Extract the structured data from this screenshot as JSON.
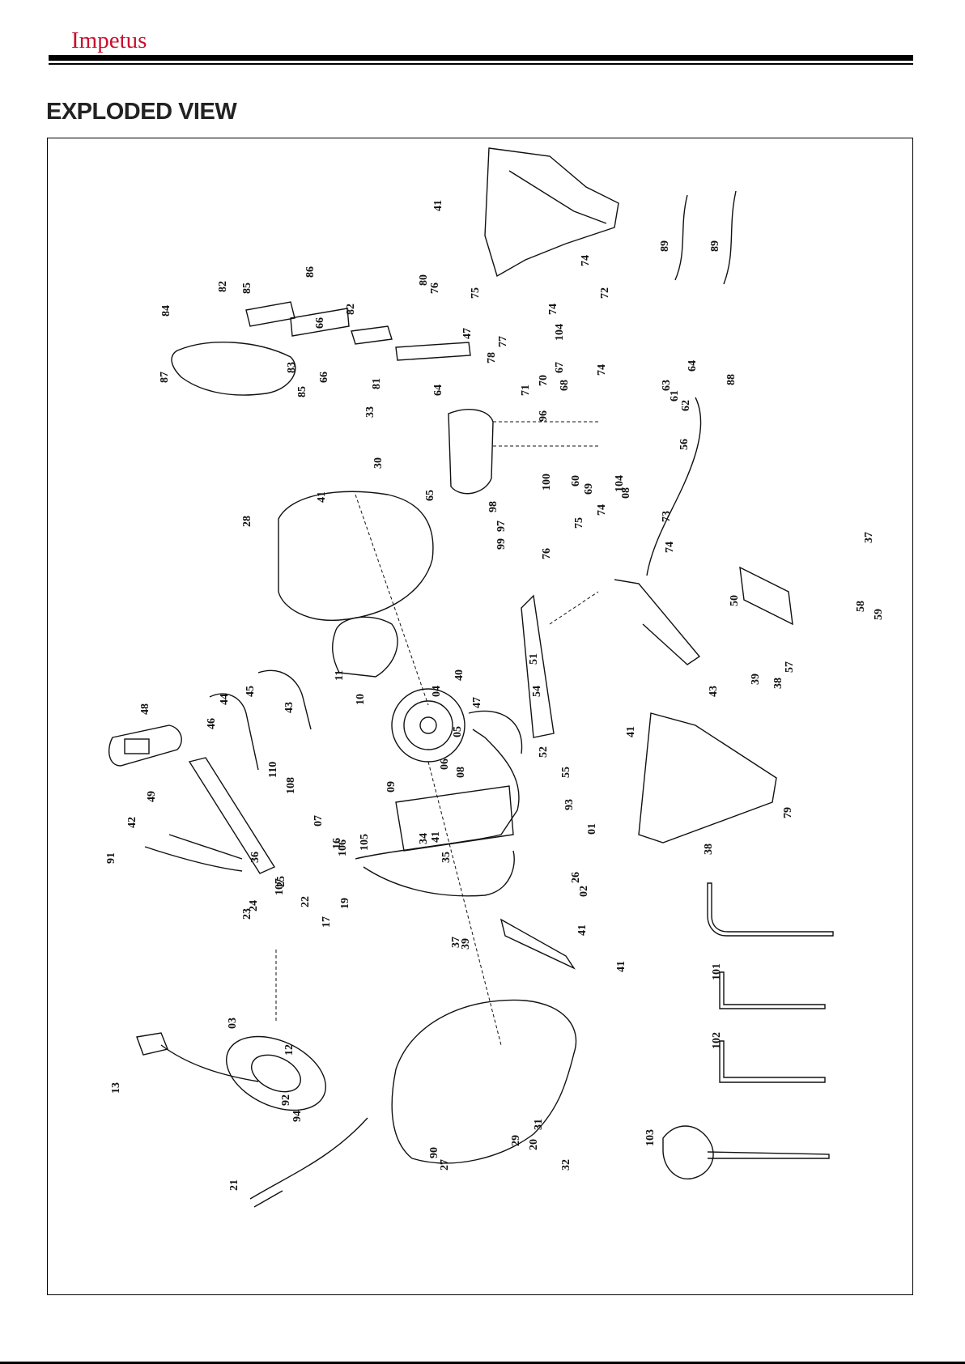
{
  "header": {
    "brand": "Impetus"
  },
  "page": {
    "title": "EXPLODED VIEW"
  },
  "diagram": {
    "labels": [
      "41",
      "80",
      "89",
      "89",
      "74",
      "72",
      "74",
      "104",
      "74",
      "76",
      "75",
      "47",
      "78",
      "77",
      "86",
      "82",
      "85",
      "84",
      "66",
      "82",
      "83",
      "85",
      "66",
      "81",
      "64",
      "87",
      "64",
      "63",
      "61",
      "62",
      "56",
      "70",
      "67",
      "71",
      "68",
      "96",
      "60",
      "69",
      "104",
      "08",
      "88",
      "33",
      "30",
      "65",
      "98",
      "97",
      "99",
      "100",
      "74",
      "75",
      "73",
      "74",
      "76",
      "41",
      "28",
      "37",
      "58",
      "59",
      "50",
      "57",
      "39",
      "38",
      "11",
      "10",
      "04",
      "51",
      "54",
      "43",
      "40",
      "47",
      "05",
      "52",
      "55",
      "41",
      "45",
      "44",
      "46",
      "43",
      "48",
      "110",
      "49",
      "108",
      "09",
      "06",
      "08",
      "07",
      "16",
      "106",
      "105",
      "41",
      "34",
      "35",
      "36",
      "42",
      "91",
      "93",
      "01",
      "107",
      "25",
      "24",
      "23",
      "22",
      "19",
      "17",
      "26",
      "02",
      "41",
      "37",
      "39",
      "38",
      "79",
      "41",
      "03",
      "12",
      "13",
      "92",
      "94",
      "90",
      "27",
      "29",
      "20",
      "31",
      "32",
      "21",
      "101",
      "102",
      "103"
    ]
  }
}
